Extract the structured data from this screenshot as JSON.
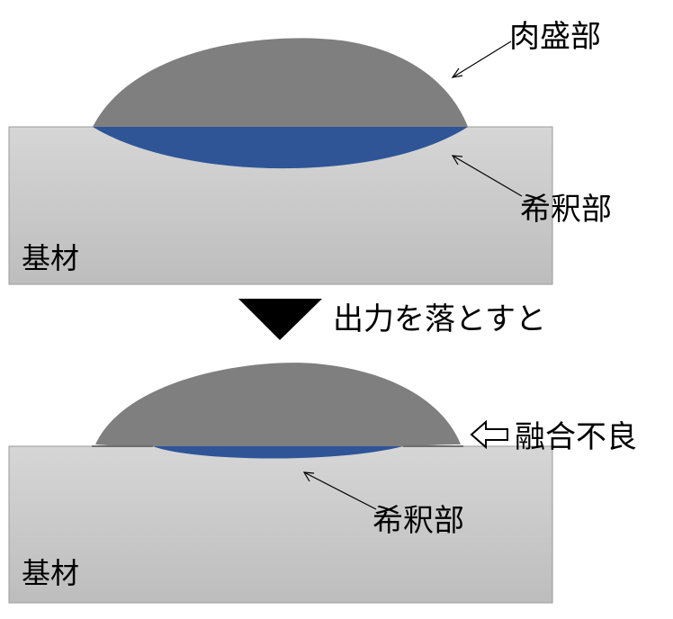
{
  "top": {
    "bead_label": "肉盛部",
    "dilution_label": "希釈部",
    "base_label": "基材"
  },
  "transition": {
    "label": "出力を落とすと"
  },
  "bottom": {
    "defect_label": "融合不良",
    "dilution_label": "希釈部",
    "base_label": "基材"
  },
  "colors": {
    "bead": "#7f7f7f",
    "dilution": "#2f5597",
    "base_top": "#d4d4d4",
    "base_bottom": "#bcbcbc",
    "arrow": "#000000"
  }
}
